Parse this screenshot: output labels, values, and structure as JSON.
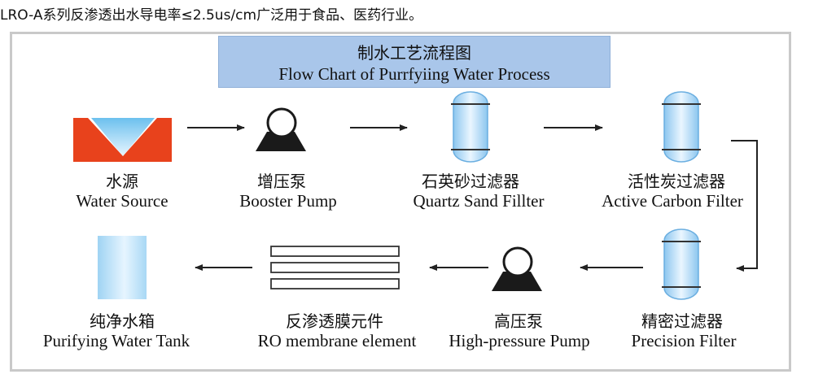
{
  "caption": "LRO-A系列反渗透出水导电率≤2.5us/cm广泛用于食品、医药行业。",
  "title": {
    "zh": "制水工艺流程图",
    "en": "Flow Chart of Purrfyiing Water Process"
  },
  "steps": [
    {
      "zh": "水源",
      "en": "Water Source",
      "icon": "water-source-icon"
    },
    {
      "zh": "增压泵",
      "en": "Booster Pump",
      "icon": "pump-icon"
    },
    {
      "zh": "石英砂过滤器",
      "en": "Quartz Sand Fillter",
      "icon": "filter-vessel-icon"
    },
    {
      "zh": "活性炭过滤器",
      "en": "Active Carbon Filter",
      "icon": "filter-vessel-icon"
    },
    {
      "zh": "精密过滤器",
      "en": "Precision Filter",
      "icon": "filter-vessel-icon"
    },
    {
      "zh": "高压泵",
      "en": "High-pressure Pump",
      "icon": "pump-icon"
    },
    {
      "zh": "反渗透膜元件",
      "en": "RO membrane element",
      "icon": "membrane-element-icon"
    },
    {
      "zh": "纯净水箱",
      "en": "Purifying Water Tank",
      "icon": "water-tank-icon"
    }
  ],
  "colors": {
    "water_source_tray": "#e8421c",
    "water_blue": "#8fd0f2",
    "vessel_blue": "#bfe0f8",
    "title_box": "#a9c6ea",
    "frame": "#c9c9c9",
    "pump": "#1a1a1a"
  }
}
